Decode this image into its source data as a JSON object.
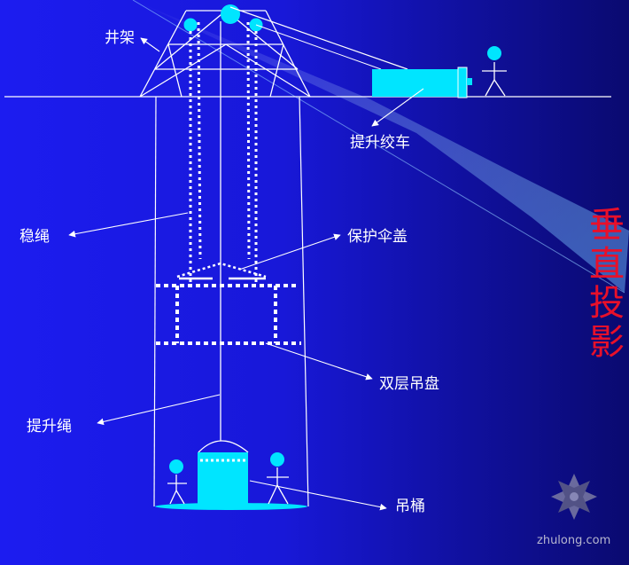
{
  "labels": {
    "headframe": "井架",
    "hoist_winch": "提升绞车",
    "stabilizing_rope": "稳绳",
    "protective_umbrella": "保护伞盖",
    "double_deck_platform": "双层吊盘",
    "hoisting_rope": "提升绳",
    "bucket": "吊桶"
  },
  "title_chars": [
    "垂",
    "直",
    "投",
    "影"
  ],
  "watermark": "zhulong.com",
  "colors": {
    "background": "#1c1cf0",
    "line": "#ffffff",
    "equipment": "#00e5ff",
    "title": "#e8102a"
  }
}
